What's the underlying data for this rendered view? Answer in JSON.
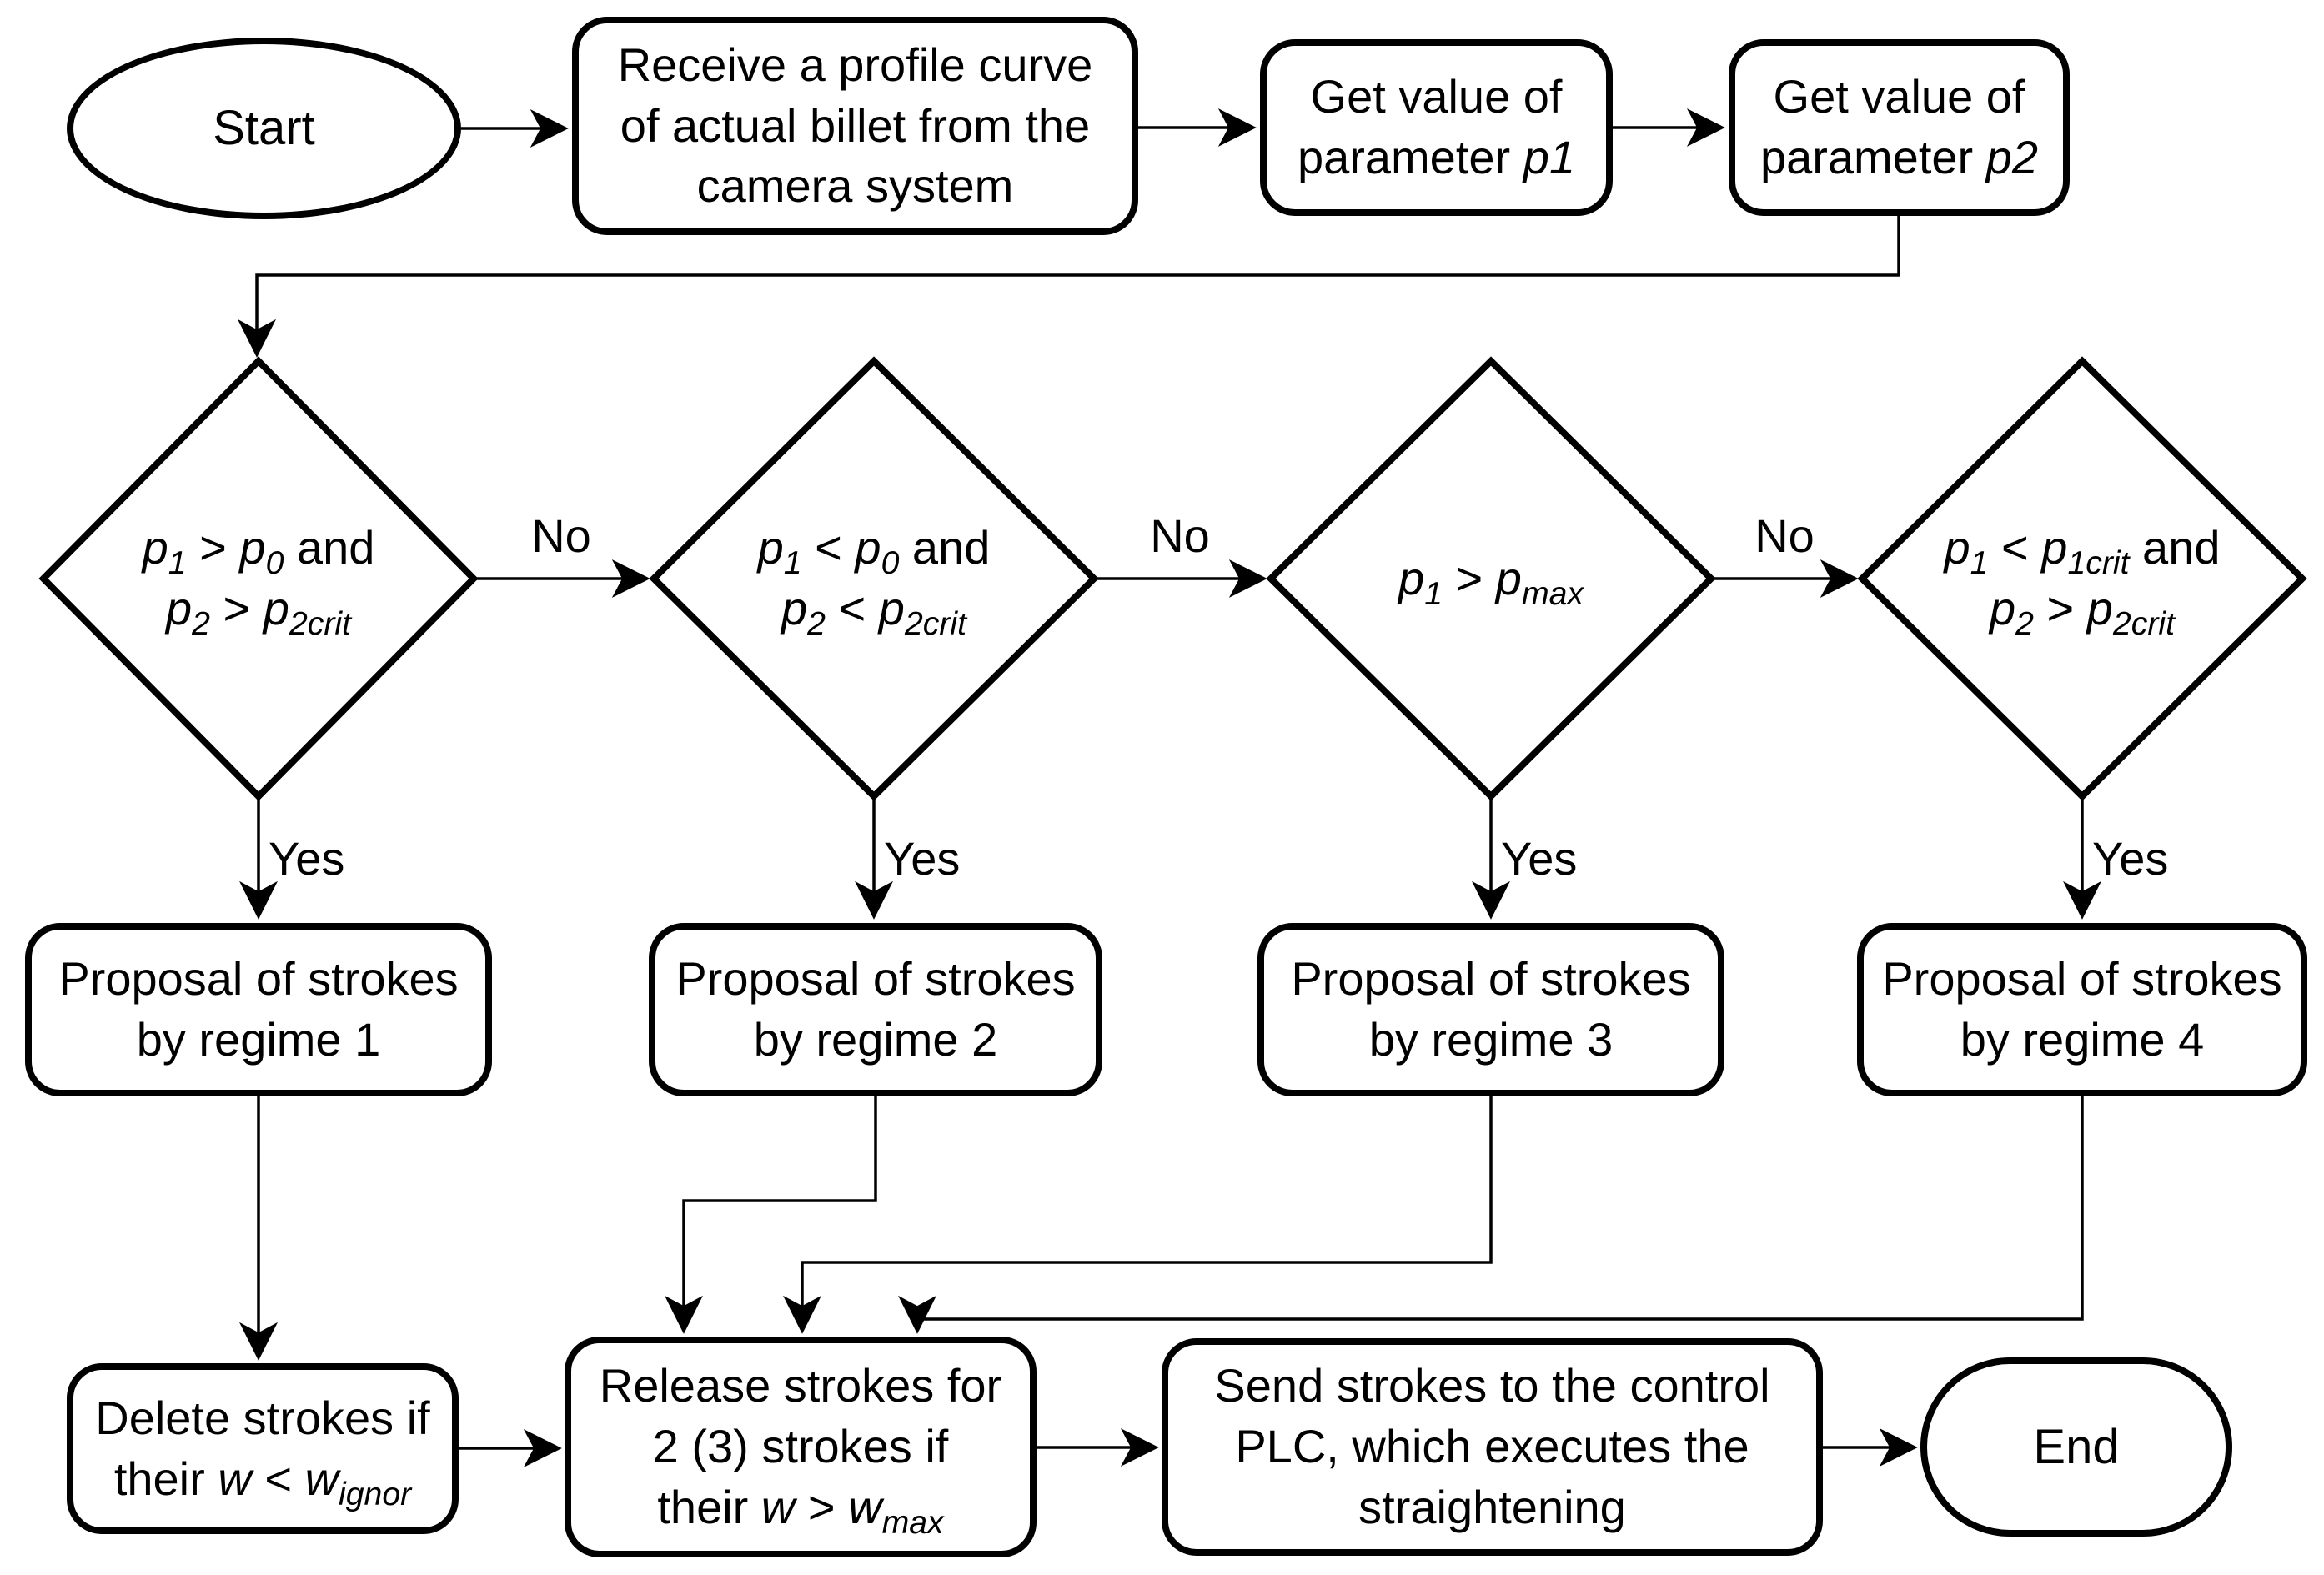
{
  "colors": {
    "background": "#ffffff",
    "stroke": "#000000",
    "fill": "#ffffff"
  },
  "nodes": {
    "start": {
      "type": "terminator",
      "label": "Start"
    },
    "receive_profile": {
      "type": "process",
      "lines": [
        [
          {
            "t": "Receive a profile curve"
          }
        ],
        [
          {
            "t": "of actual billet from the"
          }
        ],
        [
          {
            "t": "camera system"
          }
        ]
      ]
    },
    "get_p1": {
      "type": "process",
      "lines": [
        [
          {
            "t": "Get value of"
          }
        ],
        [
          {
            "t": "parameter "
          },
          {
            "t": "p1",
            "i": true
          }
        ]
      ]
    },
    "get_p2": {
      "type": "process",
      "lines": [
        [
          {
            "t": "Get value of"
          }
        ],
        [
          {
            "t": "parameter "
          },
          {
            "t": "p2",
            "i": true
          }
        ]
      ]
    },
    "decision_1": {
      "type": "decision",
      "lines": [
        [
          {
            "t": "p",
            "i": true
          },
          {
            "t": "1",
            "i": true,
            "sub": true
          },
          {
            "t": " > "
          },
          {
            "t": "p",
            "i": true
          },
          {
            "t": "0",
            "i": true,
            "sub": true
          },
          {
            "t": " and"
          }
        ],
        [
          {
            "t": "p",
            "i": true
          },
          {
            "t": "2",
            "i": true,
            "sub": true
          },
          {
            "t": " > "
          },
          {
            "t": "p",
            "i": true
          },
          {
            "t": "2crit",
            "i": true,
            "sub": true
          }
        ]
      ]
    },
    "decision_2": {
      "type": "decision",
      "lines": [
        [
          {
            "t": "p",
            "i": true
          },
          {
            "t": "1",
            "i": true,
            "sub": true
          },
          {
            "t": " < "
          },
          {
            "t": "p",
            "i": true
          },
          {
            "t": "0",
            "i": true,
            "sub": true
          },
          {
            "t": " and"
          }
        ],
        [
          {
            "t": "p",
            "i": true
          },
          {
            "t": "2",
            "i": true,
            "sub": true
          },
          {
            "t": " < "
          },
          {
            "t": "p",
            "i": true
          },
          {
            "t": "2crit",
            "i": true,
            "sub": true
          }
        ]
      ]
    },
    "decision_3": {
      "type": "decision",
      "lines": [
        [
          {
            "t": "p",
            "i": true
          },
          {
            "t": "1",
            "i": true,
            "sub": true
          },
          {
            "t": " > "
          },
          {
            "t": "p",
            "i": true
          },
          {
            "t": "max",
            "i": true,
            "sub": true
          }
        ]
      ]
    },
    "decision_4": {
      "type": "decision",
      "lines": [
        [
          {
            "t": "p",
            "i": true
          },
          {
            "t": "1",
            "i": true,
            "sub": true
          },
          {
            "t": " < "
          },
          {
            "t": "p",
            "i": true
          },
          {
            "t": "1crit",
            "i": true,
            "sub": true
          },
          {
            "t": " and"
          }
        ],
        [
          {
            "t": "p",
            "i": true
          },
          {
            "t": "2",
            "i": true,
            "sub": true
          },
          {
            "t": " > "
          },
          {
            "t": "p",
            "i": true
          },
          {
            "t": "2crit",
            "i": true,
            "sub": true
          }
        ]
      ]
    },
    "regime_1": {
      "type": "process",
      "lines": [
        [
          {
            "t": "Proposal of strokes"
          }
        ],
        [
          {
            "t": "by regime 1"
          }
        ]
      ]
    },
    "regime_2": {
      "type": "process",
      "lines": [
        [
          {
            "t": "Proposal of strokes"
          }
        ],
        [
          {
            "t": "by regime 2"
          }
        ]
      ]
    },
    "regime_3": {
      "type": "process",
      "lines": [
        [
          {
            "t": "Proposal of strokes"
          }
        ],
        [
          {
            "t": "by regime 3"
          }
        ]
      ]
    },
    "regime_4": {
      "type": "process",
      "lines": [
        [
          {
            "t": "Proposal of strokes"
          }
        ],
        [
          {
            "t": "by regime 4"
          }
        ]
      ]
    },
    "delete_strokes": {
      "type": "process",
      "lines": [
        [
          {
            "t": "Delete strokes if"
          }
        ],
        [
          {
            "t": "their "
          },
          {
            "t": "w",
            "i": true
          },
          {
            "t": " < "
          },
          {
            "t": "w",
            "i": true
          },
          {
            "t": "ignor",
            "i": true,
            "sub": true
          }
        ]
      ]
    },
    "release_strokes": {
      "type": "process",
      "lines": [
        [
          {
            "t": "Release strokes for"
          }
        ],
        [
          {
            "t": "2 (3) strokes if"
          }
        ],
        [
          {
            "t": "their "
          },
          {
            "t": "w",
            "i": true
          },
          {
            "t": " > "
          },
          {
            "t": "w",
            "i": true
          },
          {
            "t": "max",
            "i": true,
            "sub": true
          }
        ]
      ]
    },
    "send_plc": {
      "type": "process",
      "lines": [
        [
          {
            "t": "Send strokes to the control"
          }
        ],
        [
          {
            "t": "PLC, which executes the"
          }
        ],
        [
          {
            "t": "straightening"
          }
        ]
      ]
    },
    "end": {
      "type": "terminator",
      "label": "End"
    }
  },
  "edges": [
    {
      "from": "start",
      "to": "receive_profile",
      "label": ""
    },
    {
      "from": "receive_profile",
      "to": "get_p1",
      "label": ""
    },
    {
      "from": "get_p1",
      "to": "get_p2",
      "label": ""
    },
    {
      "from": "get_p2",
      "to": "decision_1",
      "label": ""
    },
    {
      "from": "decision_1",
      "to": "decision_2",
      "label": "No"
    },
    {
      "from": "decision_2",
      "to": "decision_3",
      "label": "No"
    },
    {
      "from": "decision_3",
      "to": "decision_4",
      "label": "No"
    },
    {
      "from": "decision_1",
      "to": "regime_1",
      "label": "Yes"
    },
    {
      "from": "decision_2",
      "to": "regime_2",
      "label": "Yes"
    },
    {
      "from": "decision_3",
      "to": "regime_3",
      "label": "Yes"
    },
    {
      "from": "decision_4",
      "to": "regime_4",
      "label": "Yes"
    },
    {
      "from": "regime_1",
      "to": "delete_strokes",
      "label": ""
    },
    {
      "from": "regime_2",
      "to": "release_strokes",
      "label": ""
    },
    {
      "from": "regime_3",
      "to": "release_strokes",
      "label": ""
    },
    {
      "from": "regime_4",
      "to": "release_strokes",
      "label": ""
    },
    {
      "from": "delete_strokes",
      "to": "release_strokes",
      "label": ""
    },
    {
      "from": "release_strokes",
      "to": "send_plc",
      "label": ""
    },
    {
      "from": "send_plc",
      "to": "end",
      "label": ""
    }
  ]
}
